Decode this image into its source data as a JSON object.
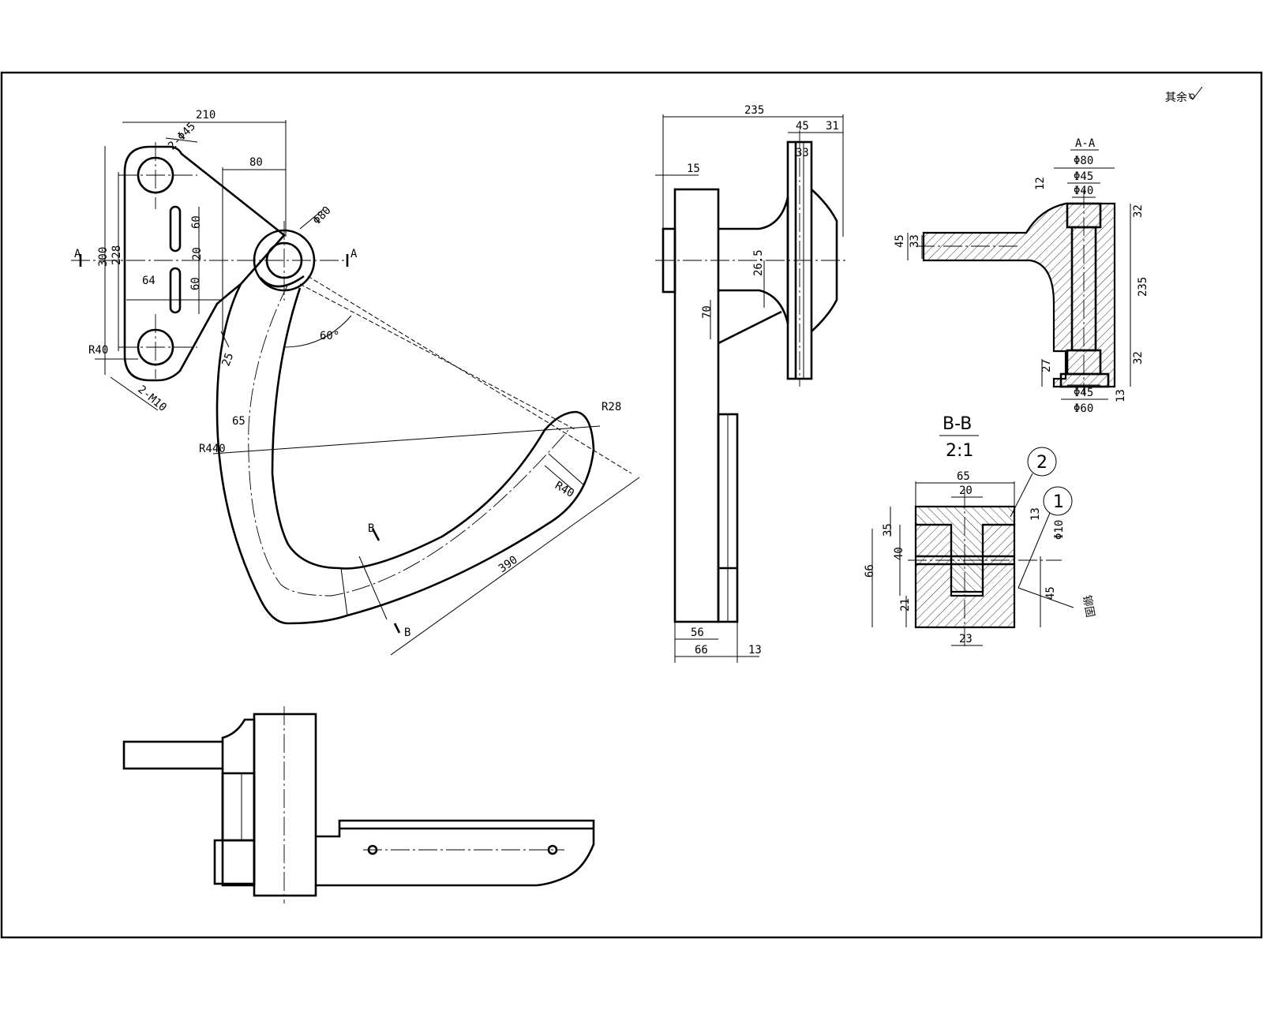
{
  "title_block": {
    "rough_note": "其余"
  },
  "front_view": {
    "dims": {
      "w210": "210",
      "w80": "80",
      "holes": "2-Φ45",
      "phi80": "Φ80",
      "h300": "300",
      "h228": "228",
      "slot60a": "60",
      "slot20": "20",
      "slot60b": "60",
      "w64": "64",
      "r40": "R40",
      "m10": "2-M10",
      "a25": "25",
      "d65": "65",
      "r440": "R440",
      "ang60": "60°",
      "r28": "R28",
      "r40b": "R40",
      "l390": "390",
      "secA": "A",
      "secB": "B"
    }
  },
  "side_view": {
    "dims": {
      "w235": "235",
      "w45": "45",
      "w31": "31",
      "w33": "33",
      "w15": "15",
      "h265": "26.5",
      "h70": "70",
      "w56": "56",
      "w66": "66",
      "w13": "13"
    }
  },
  "section_aa": {
    "title": "A-A",
    "dims": {
      "phi80": "Φ80",
      "phi45": "Φ45",
      "phi40": "Φ40",
      "d12": "12",
      "h45": "45",
      "h33": "33",
      "d32a": "32",
      "d235": "235",
      "d32b": "32",
      "d27": "27",
      "phi45b": "Φ45",
      "phi60": "Φ60",
      "d13": "13"
    }
  },
  "section_bb": {
    "title": "B-B",
    "scale": "2:1",
    "dims": {
      "w65": "65",
      "w20": "20",
      "d13": "13",
      "phi10": "Φ10",
      "h35": "35",
      "h40": "40",
      "h66": "66",
      "h21": "21",
      "d45": "45",
      "w23": "23"
    },
    "balloons": {
      "b1": "1",
      "b2": "2"
    },
    "note": "铆固"
  }
}
